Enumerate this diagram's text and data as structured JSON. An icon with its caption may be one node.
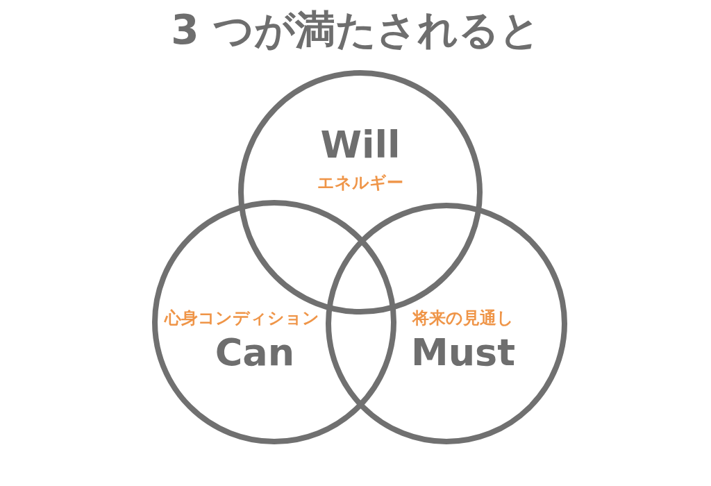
{
  "diagram": {
    "title": "3 つが満たされると",
    "nodes": [
      {
        "text": [
          "Will",
          "エネルギー"
        ]
      },
      {
        "text": [
          "心身コンディション",
          "Can"
        ]
      },
      {
        "text": [
          "将来の見通し",
          "Must"
        ]
      }
    ]
  }
}
